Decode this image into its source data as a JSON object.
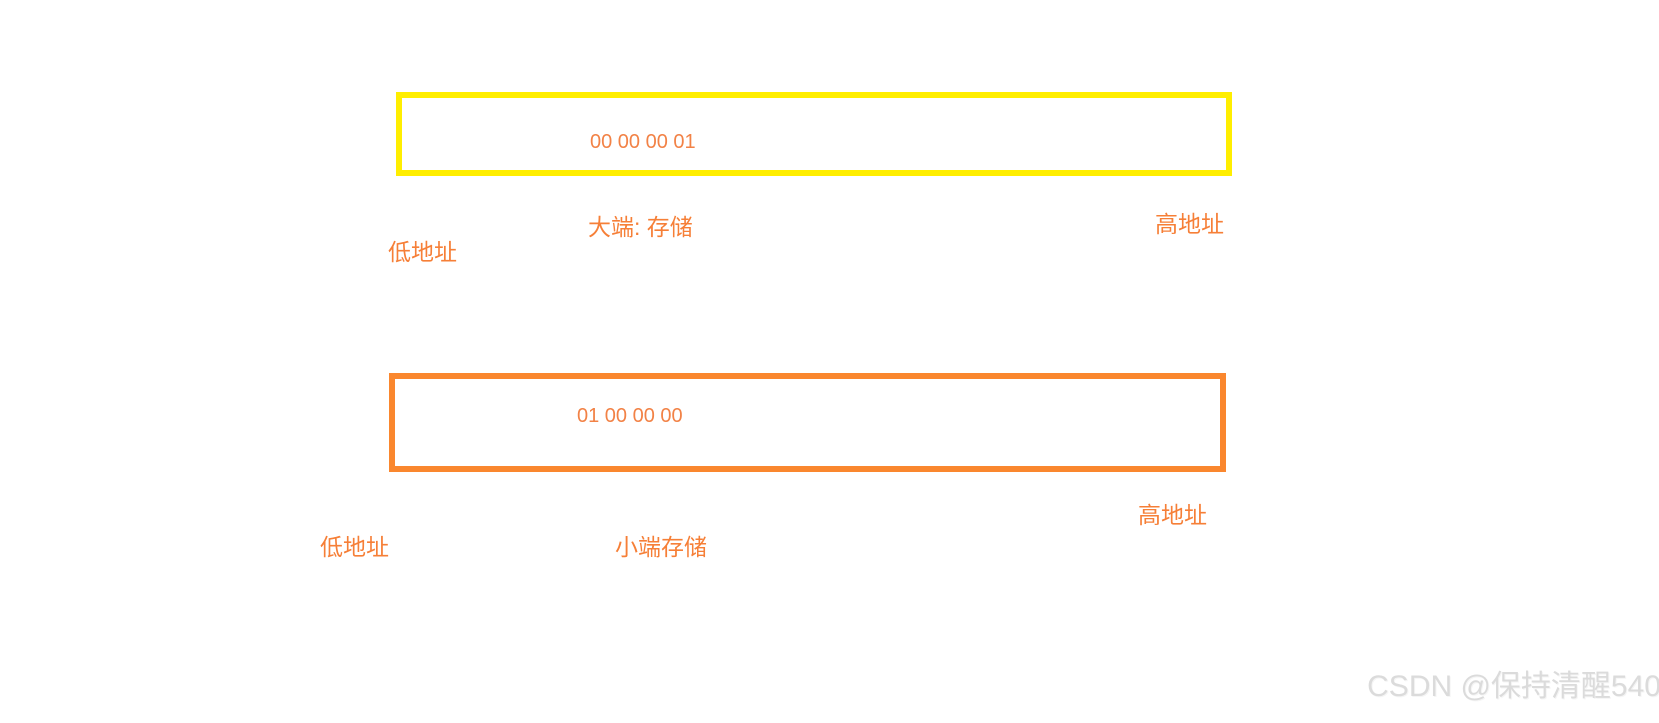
{
  "colors": {
    "background": "#ffffff",
    "yellow_border": "#ffee00",
    "orange_border": "#fa872e",
    "orange_text": "#f67f37",
    "watermark_gray": "#dbdbdb"
  },
  "big_endian": {
    "hex_value": "00 00 00 01",
    "storage_label": "大端: 存储",
    "low_address_label": "低地址",
    "high_address_label": "高地址"
  },
  "little_endian": {
    "hex_value": "01 00 00 00",
    "storage_label": "小端存储",
    "low_address_label": "低地址",
    "high_address_label": "高地址"
  },
  "watermark": {
    "text": "CSDN @保持清醒540"
  }
}
